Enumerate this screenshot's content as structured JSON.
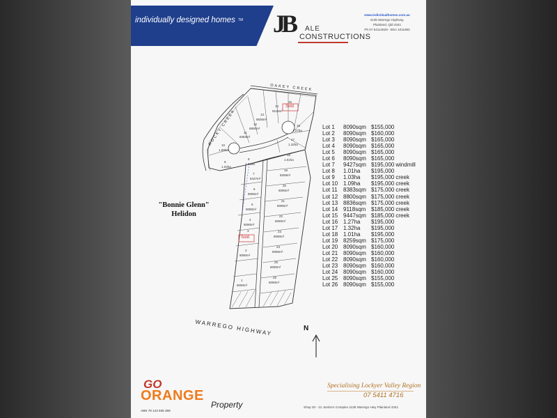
{
  "header": {
    "banner_text": "individually designed homes",
    "banner_tm": "TM",
    "logo_mark": "JB",
    "logo_word_1": "ALE",
    "logo_word_2": "CONSTRUCTIONS",
    "website": "www.individualhomes.com.au",
    "address_1": "4135 Warrego Highway,",
    "address_2": "Plainland, Qld 4341",
    "phone_line": "Ph 07 54114628  -  BSA 1011883"
  },
  "map": {
    "estate_name": "\"Bonnie Glenn\"",
    "locality": "Helidon",
    "road_label": "WARREGO    HIGHWAY",
    "creek_label_1": "OAKEY     CREEK",
    "creek_label_2": "ROCKY   CREEK",
    "north": "N",
    "sold_label": "Sold",
    "lot_numbers": [
      "1",
      "2",
      "3",
      "4",
      "5",
      "6",
      "7",
      "8",
      "9",
      "10",
      "11",
      "12",
      "13",
      "14",
      "15",
      "16",
      "17",
      "18",
      "19",
      "20",
      "21",
      "22",
      "23",
      "24",
      "25",
      "26"
    ],
    "lot_areas": {
      "a8090": "8090m²",
      "a9427": "9427m²",
      "a8259": "8259m²",
      "a101": "1.01ha",
      "a103": "1.03ha",
      "a109": "1.09ha",
      "a8383": "8383m²",
      "a8800": "8800m²",
      "a8836": "8836m²",
      "a9118": "9118m²",
      "a127": "1.27ha",
      "a132": "1.32ha"
    }
  },
  "price_list": [
    {
      "lot": "Lot 1",
      "size": "8090sqm",
      "price": "$155,000",
      "note": ""
    },
    {
      "lot": "Lot 2",
      "size": "8090sqm",
      "price": "$160,000",
      "note": ""
    },
    {
      "lot": "Lot 3",
      "size": "8090sqm",
      "price": "$165,000",
      "note": ""
    },
    {
      "lot": "Lot 4",
      "size": "8090sqm",
      "price": "$165,000",
      "note": ""
    },
    {
      "lot": "Lot 5",
      "size": "8090sqm",
      "price": "$165,000",
      "note": ""
    },
    {
      "lot": "Lot 6",
      "size": "8090sqm",
      "price": "$165,000",
      "note": ""
    },
    {
      "lot": "Lot 7",
      "size": "9427sqm",
      "price": "$195,000",
      "note": "windmill"
    },
    {
      "lot": "Lot 8",
      "size": "1.01ha",
      "price": "$195,000",
      "note": ""
    },
    {
      "lot": "Lot 9",
      "size": "1.03ha",
      "price": "$195,000",
      "note": "creek"
    },
    {
      "lot": "Lot 10",
      "size": "1.09ha",
      "price": "$195,000",
      "note": "creek"
    },
    {
      "lot": "Lot 11",
      "size": "8383sqm",
      "price": "$175,000",
      "note": "creek"
    },
    {
      "lot": "Lot 12",
      "size": "8800sqm",
      "price": "$175,000",
      "note": "creek"
    },
    {
      "lot": "Lot 13",
      "size": "8836sqm",
      "price": "$175,000",
      "note": "creek"
    },
    {
      "lot": "Lot 14",
      "size": "9118sqm",
      "price": "$185,000",
      "note": "creek"
    },
    {
      "lot": "Lot 15",
      "size": "9447sqm",
      "price": "$185,000",
      "note": "creek"
    },
    {
      "lot": "Lot 16",
      "size": "1.27ha",
      "price": "$195,000",
      "note": ""
    },
    {
      "lot": "Lot 17",
      "size": "1.32ha",
      "price": "$195,000",
      "note": ""
    },
    {
      "lot": "Lot 18",
      "size": "1.01ha",
      "price": "$195,000",
      "note": ""
    },
    {
      "lot": "Lot 19",
      "size": "8259sqm",
      "price": "$175,000",
      "note": ""
    },
    {
      "lot": "Lot 20",
      "size": "8090sqm",
      "price": "$160,000",
      "note": ""
    },
    {
      "lot": "Lot 21",
      "size": "8090sqm",
      "price": "$160,000",
      "note": ""
    },
    {
      "lot": "Lot 22",
      "size": "8090sqm",
      "price": "$160,000",
      "note": ""
    },
    {
      "lot": "Lot 23",
      "size": "8090sqm",
      "price": "$160,000",
      "note": ""
    },
    {
      "lot": "Lot 24",
      "size": "8090sqm",
      "price": "$160,000",
      "note": ""
    },
    {
      "lot": "Lot 25",
      "size": "8090sqm",
      "price": "$155,000",
      "note": ""
    },
    {
      "lot": "Lot 26",
      "size": "8090sqm",
      "price": "$155,000",
      "note": ""
    }
  ],
  "footer": {
    "brand_go": "GO",
    "brand_orange": "ORANGE",
    "brand_property": "Property",
    "abn": "ABN 78 144 935 389",
    "tagline": "Specialising Lockyer Valley Region",
    "phone": "07 5411 4716",
    "address": "Shop 20 - 21 Jumbo's Complex   4135 Warrego Hwy Plainland 4341"
  },
  "colors": {
    "banner_blue": "#1f3f8c",
    "go_red": "#c0392b",
    "orange": "#ef7a1a",
    "tagline_gold": "#b07020",
    "sold_red": "#d03030"
  }
}
